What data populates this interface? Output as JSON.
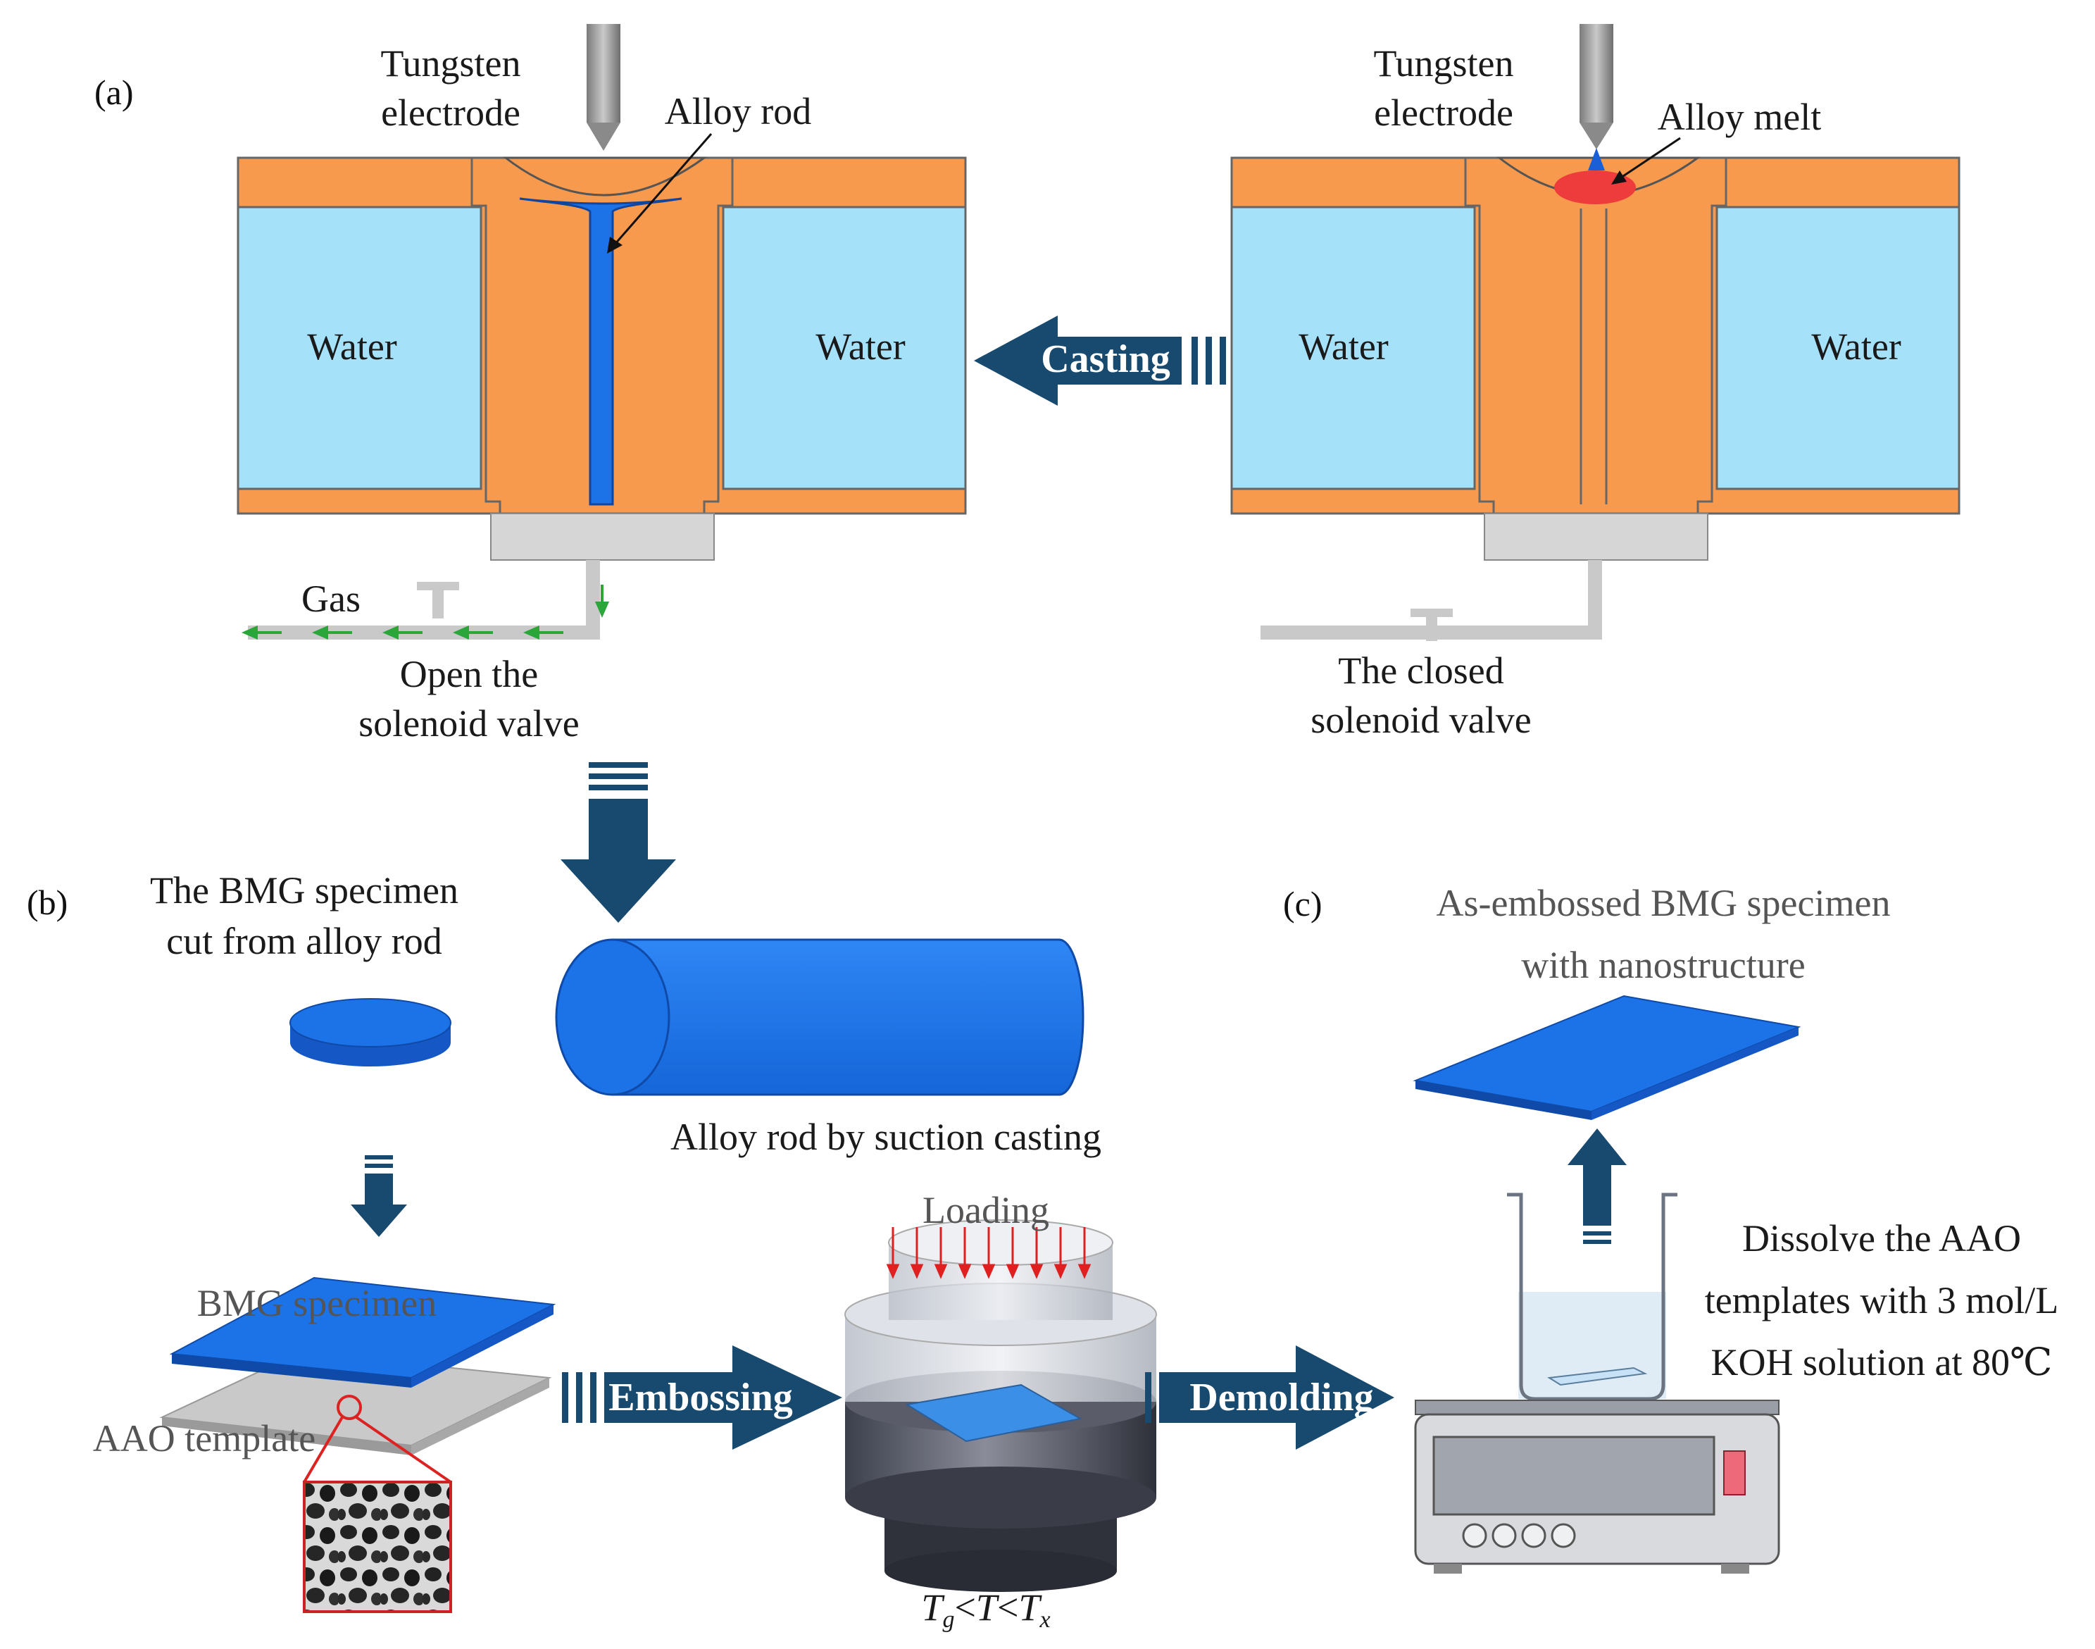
{
  "panels": {
    "a": "(a)",
    "b": "(b)",
    "c": "(c)"
  },
  "panel_a_right": {
    "electrode": [
      "Tungsten",
      "electrode"
    ],
    "melt": "Alloy melt",
    "water_left": "Water",
    "water_right": "Water",
    "valve": [
      "The closed",
      "solenoid valve"
    ]
  },
  "panel_a_left": {
    "electrode": [
      "Tungsten",
      "electrode"
    ],
    "rod": "Alloy rod",
    "water_left": "Water",
    "water_right": "Water",
    "gas": "Gas",
    "valve": [
      "Open the",
      "solenoid valve"
    ]
  },
  "arrows": {
    "casting": "Casting",
    "embossing": "Embossing",
    "demolding": "Demolding"
  },
  "panel_b": {
    "specimen_caption": [
      "The BMG specimen",
      "cut from alloy rod"
    ],
    "rod_caption": "Alloy rod by suction casting",
    "bmg_label": "BMG specimen",
    "aao_label": "AAO template",
    "loading": "Loading",
    "condition": {
      "g": "g",
      "x": "x",
      "lt": "<"
    }
  },
  "panel_c": {
    "caption": [
      "As-embossed BMG specimen",
      "with nanostructure"
    ],
    "dissolve": [
      "Dissolve the AAO",
      "templates with 3 mol/L",
      "KOH solution at 80℃"
    ]
  },
  "colors": {
    "orange": "#f89a4d",
    "water": "#a6e1fa",
    "blue": "#1c73e8",
    "navy": "#174a6e",
    "gray": "#c8c8c8",
    "red": "#e0393a",
    "green": "#2aa63a"
  }
}
